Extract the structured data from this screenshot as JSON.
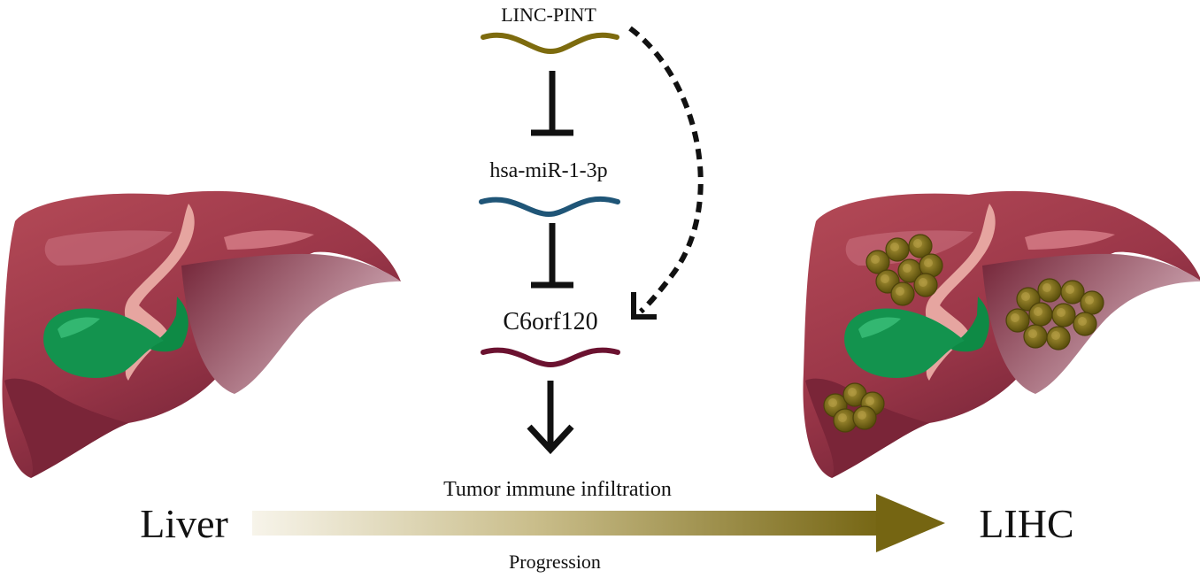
{
  "labels": {
    "lincrna": "LINC-PINT",
    "mirna": "hsa-miR-1-3p",
    "gene": "C6orf120",
    "outcome": "Tumor immune infiltration",
    "progression": "Progression",
    "healthy_organ": "Liver",
    "disease": "LIHC"
  },
  "colors": {
    "lincrna_strand": "#7d6b0e",
    "mirna_strand": "#1f5577",
    "gene_strand": "#6b1230",
    "arrow_start": "#f5f2e6",
    "arrow_end": "#756512",
    "liver_main": "#9e3b4a",
    "liver_dark": "#6e2135",
    "gallbladder": "#13934e",
    "ligament": "#e6a5a0",
    "tumor": "#7a6a14"
  },
  "icons": {
    "inhibition": "t-bar-inhibition-icon",
    "promotion": "down-arrow-icon",
    "indirect_regulation": "dashed-curved-arrow-icon"
  }
}
